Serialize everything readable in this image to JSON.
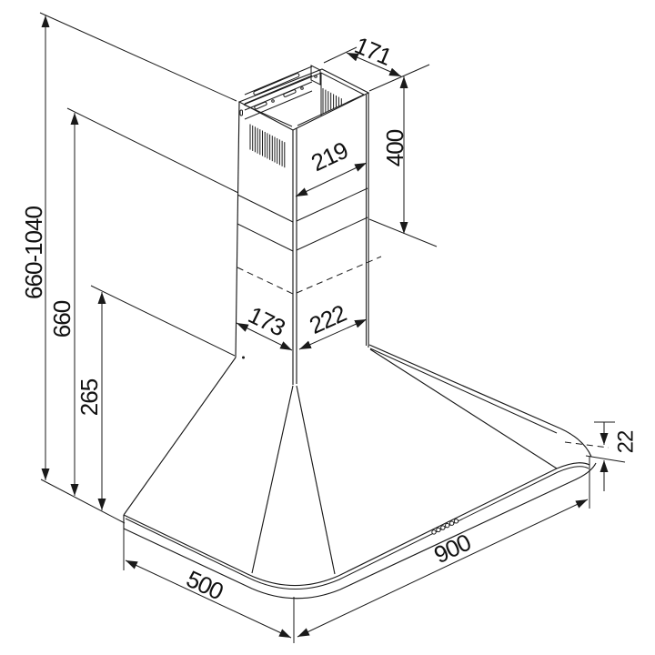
{
  "diagram": {
    "type": "technical-dimension-drawing",
    "subject": "wall chimney cooker hood, isometric projection with dimension lines",
    "units": "mm",
    "line_color": "#1a1a1a",
    "background_color": "#ffffff",
    "dims": {
      "total_height_range": "660-1040",
      "min_height": "660",
      "canopy_height": "265",
      "chimney_top_depth": "171",
      "chimney_top_width": "219",
      "upper_chimney_height": "400",
      "chimney_left_width": "173",
      "chimney_right_width": "222",
      "rim_height": "22",
      "hood_width": "900",
      "hood_depth": "500"
    },
    "features": {
      "control_buttons_count": 6,
      "vent_grilles": 2,
      "telescopic_joint": "dashed line on chimney"
    }
  }
}
